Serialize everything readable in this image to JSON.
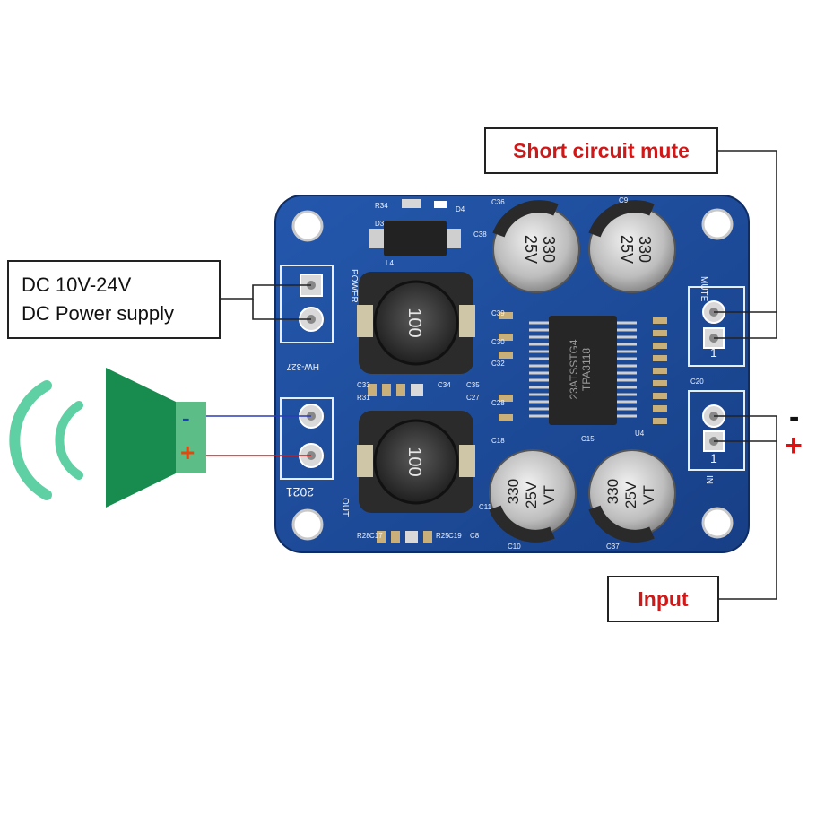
{
  "callouts": {
    "mute": "Short circuit mute",
    "input": "Input",
    "power_line1": "DC 10V-24V",
    "power_line2": "DC Power supply"
  },
  "signs": {
    "input_minus": "-",
    "input_plus": "+",
    "speaker_minus": "-",
    "speaker_plus": "+"
  },
  "board": {
    "ic_line1": "23ATSSTG4",
    "ic_line2": "TPA3118",
    "inductor": "100",
    "cap_value": "330",
    "cap_voltage": "25V",
    "cap_series": "VT",
    "power_label": "POWER",
    "mute_label": "MUTE",
    "out_label": "OUT",
    "in_label": "IN",
    "model": "HW-327",
    "year": "2021",
    "pin1": "1",
    "refs": [
      "R34",
      "D3",
      "D4",
      "L4",
      "C36",
      "C38",
      "C9",
      "C39",
      "C30",
      "C32",
      "C33",
      "R31",
      "C34",
      "C35",
      "C27",
      "C28",
      "C18",
      "C15",
      "U4",
      "C20",
      "R28",
      "C17",
      "R25",
      "C19",
      "C8",
      "C11",
      "C10",
      "C37"
    ]
  },
  "colors": {
    "pcb": "#1d4fa0",
    "callout_red": "#d01818",
    "speaker_green": "#178c4e",
    "wave_green": "#5fd0a3",
    "wire_blue": "#2b3bb5",
    "wire_red": "#d01818"
  }
}
